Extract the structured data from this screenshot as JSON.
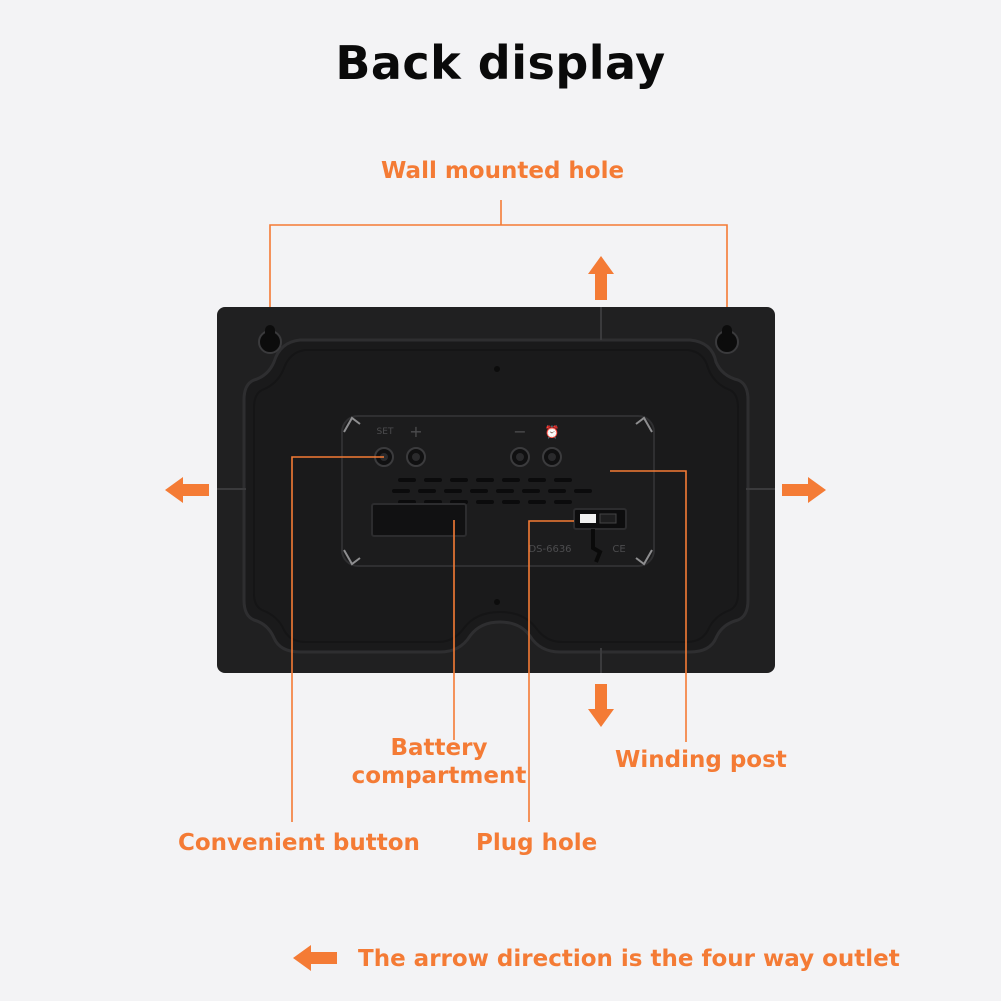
{
  "title": "Back display",
  "callouts": {
    "wall_mounted_hole": "Wall mounted hole",
    "battery_compartment_line1": "Battery",
    "battery_compartment_line2": "compartment",
    "winding_post": "Winding post",
    "convenient_button": "Convenient button",
    "plug_hole": "Plug hole"
  },
  "legend": {
    "text": "The arrow direction is the four way outlet"
  },
  "device": {
    "button_labels": [
      "SET",
      "+",
      "−",
      "⏰"
    ],
    "model_text": "DS-6636",
    "cert_text": "CE"
  },
  "colors": {
    "accent": "#f47b35",
    "title": "#0a0a0a",
    "background": "#f3f3f5",
    "device_body": "#1f1f20"
  }
}
